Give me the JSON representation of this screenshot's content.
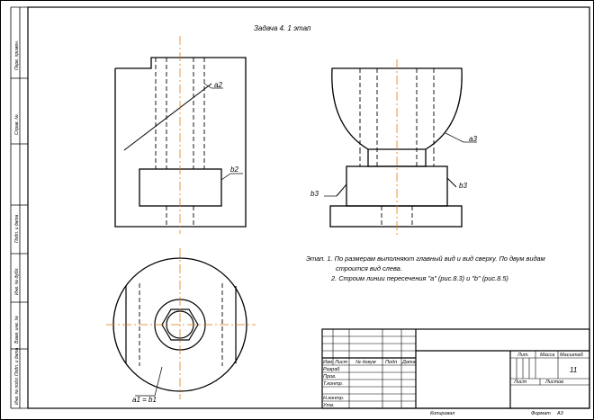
{
  "sheet": {
    "title": "Задача 4. 1 этап",
    "notes": [
      "Этап. 1. По размерам выполняют  главный вид и вид сверху. По двум видам",
      "строится вид слева.",
      "2. Строим линии пересечения \"a\" (рис.8.3) и \"b\" (рис.8.5)"
    ],
    "side_labels": [
      "Перв. примен.",
      "Справ. №",
      "Подп. и дата",
      "Инв. № дубл.",
      "Взам. инв. №",
      "Подп. и дата",
      "Инв. № подл."
    ]
  },
  "views": {
    "front": {
      "labels": [
        "a2",
        "b2"
      ]
    },
    "side": {
      "labels": [
        "a3",
        "b3",
        "b3"
      ]
    },
    "top": {
      "labels": [
        "a1 = b1"
      ]
    }
  },
  "title_block": {
    "row_labels": [
      "Изм",
      "Лист",
      "№ докум",
      "Подп",
      "Дата"
    ],
    "left_rows": [
      "Разраб",
      "Пров.",
      "Т.контр.",
      "Н.контр.",
      "Утв."
    ],
    "right_head": [
      "Лит.",
      "Масса",
      "Масштаб"
    ],
    "sheet_number": "11",
    "sheet_label": "Лист",
    "sheets_label": "Листов",
    "copied_label": "Копировал",
    "format_label": "Формат",
    "format_value": "А3"
  },
  "colors": {
    "line": "#000000",
    "center": "#e07a10"
  }
}
